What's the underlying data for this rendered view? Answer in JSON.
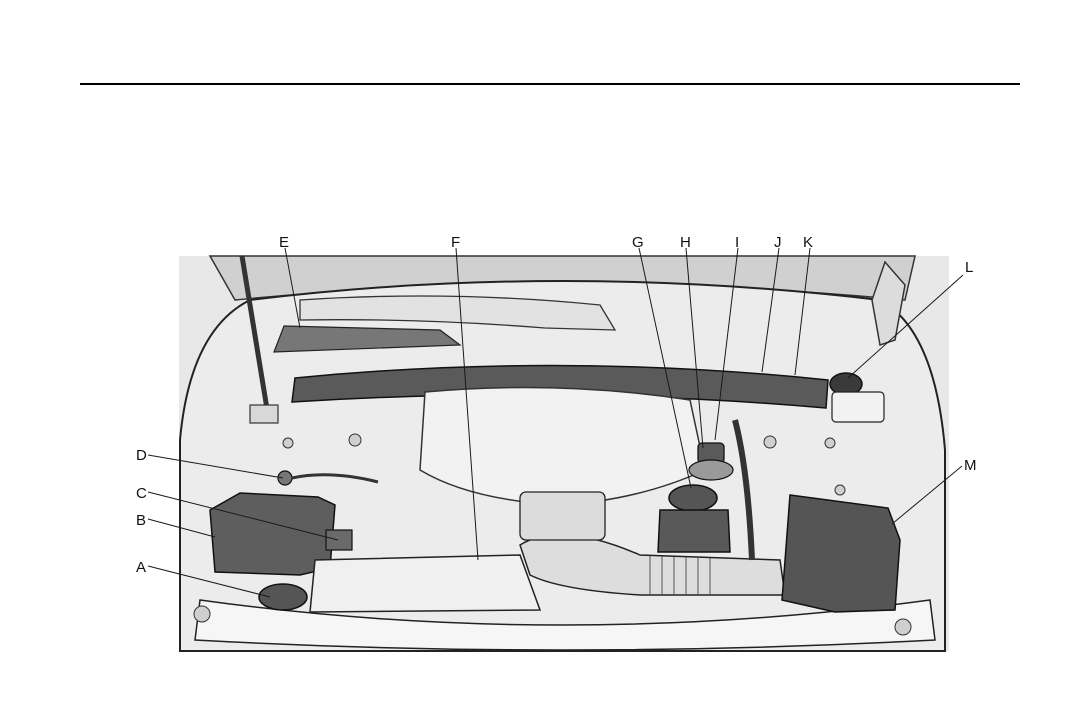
{
  "callouts": [
    {
      "letter": "A"
    },
    {
      "letter": "B"
    },
    {
      "letter": "C"
    },
    {
      "letter": "D"
    },
    {
      "letter": "E"
    },
    {
      "letter": "F"
    },
    {
      "letter": "G"
    },
    {
      "letter": "H"
    },
    {
      "letter": "I"
    },
    {
      "letter": "J"
    },
    {
      "letter": "K"
    },
    {
      "letter": "L"
    },
    {
      "letter": "M"
    }
  ],
  "colors": {
    "illustration_bg": "#e8e8e8",
    "shade_dark": "#555555",
    "shade_mid": "#8c8c8c",
    "line": "#1a1a1a"
  }
}
